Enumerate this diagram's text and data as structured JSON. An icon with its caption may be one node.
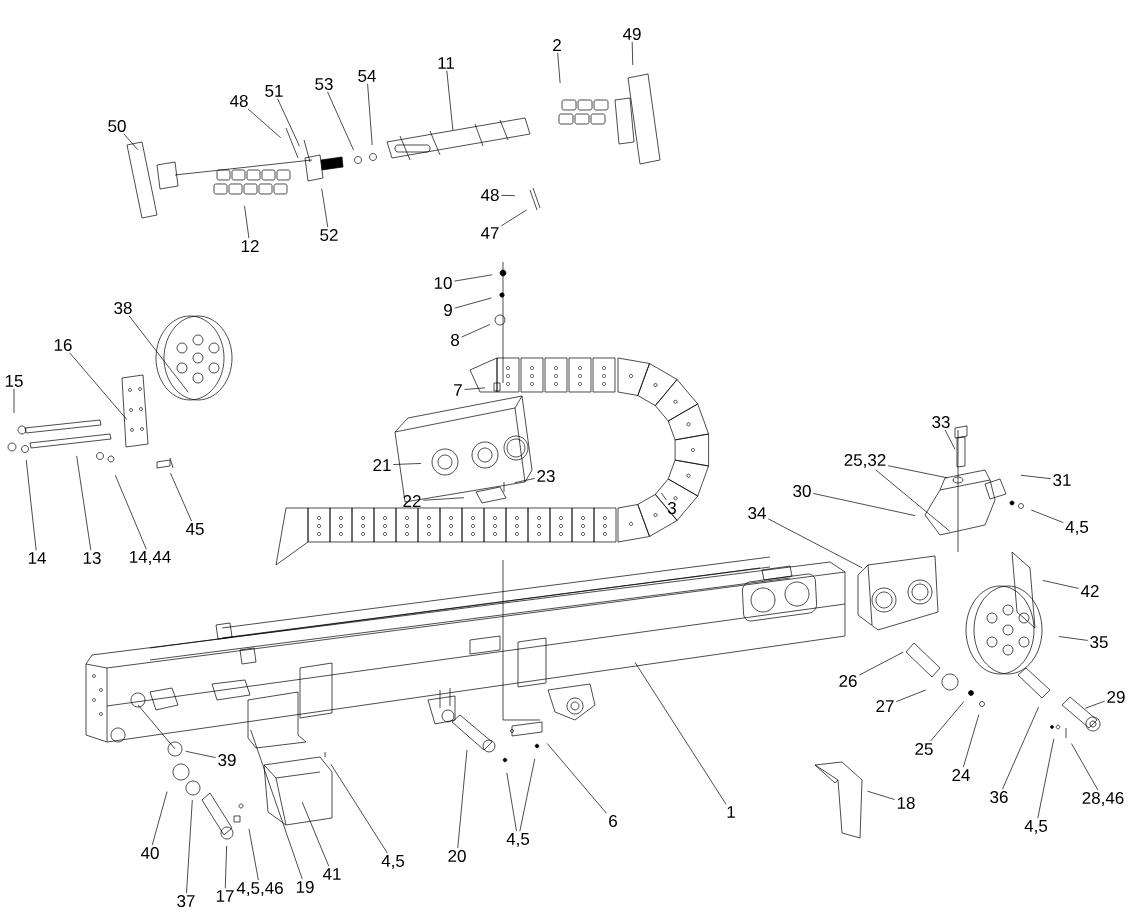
{
  "diagram": {
    "nodes": [
      {
        "text": [
          "50"
        ]
      },
      {
        "text": [
          "48"
        ]
      },
      {
        "text": [
          "51"
        ]
      },
      {
        "text": [
          "53"
        ]
      },
      {
        "text": [
          "54"
        ]
      },
      {
        "text": [
          "11"
        ]
      },
      {
        "text": [
          "2"
        ]
      },
      {
        "text": [
          "49"
        ]
      },
      {
        "text": [
          "12"
        ]
      },
      {
        "text": [
          "52"
        ]
      },
      {
        "text": [
          "48"
        ]
      },
      {
        "text": [
          "47"
        ]
      },
      {
        "text": [
          "10"
        ]
      },
      {
        "text": [
          "9"
        ]
      },
      {
        "text": [
          "8"
        ]
      },
      {
        "text": [
          "7"
        ]
      },
      {
        "text": [
          "38"
        ]
      },
      {
        "text": [
          "16"
        ]
      },
      {
        "text": [
          "15"
        ]
      },
      {
        "text": [
          "21"
        ]
      },
      {
        "text": [
          "22"
        ]
      },
      {
        "text": [
          "23"
        ]
      },
      {
        "text": [
          "3"
        ]
      },
      {
        "text": [
          "33"
        ]
      },
      {
        "text": [
          "25,32"
        ]
      },
      {
        "text": [
          "31"
        ]
      },
      {
        "text": [
          "30"
        ]
      },
      {
        "text": [
          "4,5"
        ]
      },
      {
        "text": [
          "34"
        ]
      },
      {
        "text": [
          "14"
        ]
      },
      {
        "text": [
          "13"
        ]
      },
      {
        "text": [
          "14,44"
        ]
      },
      {
        "text": [
          "45"
        ]
      },
      {
        "text": [
          "42"
        ]
      },
      {
        "text": [
          "35"
        ]
      },
      {
        "text": [
          "26"
        ]
      },
      {
        "text": [
          "29"
        ]
      },
      {
        "text": [
          "27"
        ]
      },
      {
        "text": [
          "1"
        ]
      },
      {
        "text": [
          "25"
        ]
      },
      {
        "text": [
          "39"
        ]
      },
      {
        "text": [
          "24"
        ]
      },
      {
        "text": [
          "36"
        ]
      },
      {
        "text": [
          "28,46"
        ]
      },
      {
        "text": [
          "18"
        ]
      },
      {
        "text": [
          "6"
        ]
      },
      {
        "text": [
          "4,5"
        ]
      },
      {
        "text": [
          "4,5"
        ]
      },
      {
        "text": [
          "4,5"
        ]
      },
      {
        "text": [
          "40"
        ]
      },
      {
        "text": [
          "20"
        ]
      },
      {
        "text": [
          "41"
        ]
      },
      {
        "text": [
          "4,5,46"
        ]
      },
      {
        "text": [
          "19"
        ]
      },
      {
        "text": [
          "37"
        ]
      },
      {
        "text": [
          "17"
        ]
      }
    ],
    "edges": [
      {
        "from": 0,
        "to": null,
        "arrow": "none"
      },
      {
        "from": 1,
        "to": null,
        "arrow": "none"
      },
      {
        "from": 2,
        "to": null,
        "arrow": "none"
      },
      {
        "from": 3,
        "to": null,
        "arrow": "none"
      },
      {
        "from": 4,
        "to": null,
        "arrow": "none"
      },
      {
        "from": 5,
        "to": null,
        "arrow": "none"
      },
      {
        "from": 6,
        "to": null,
        "arrow": "none"
      },
      {
        "from": 7,
        "to": null,
        "arrow": "none"
      },
      {
        "from": 8,
        "to": null,
        "arrow": "none"
      },
      {
        "from": 9,
        "to": null,
        "arrow": "none"
      },
      {
        "from": 10,
        "to": null,
        "arrow": "none"
      },
      {
        "from": 11,
        "to": null,
        "arrow": "none"
      },
      {
        "from": 12,
        "to": null,
        "arrow": "none"
      },
      {
        "from": 13,
        "to": null,
        "arrow": "none"
      },
      {
        "from": 14,
        "to": null,
        "arrow": "none"
      },
      {
        "from": 15,
        "to": null,
        "arrow": "none"
      },
      {
        "from": 16,
        "to": null,
        "arrow": "none"
      },
      {
        "from": 17,
        "to": null,
        "arrow": "none"
      },
      {
        "from": 18,
        "to": null,
        "arrow": "none"
      },
      {
        "from": 19,
        "to": null,
        "arrow": "none"
      },
      {
        "from": 20,
        "to": null,
        "arrow": "none"
      },
      {
        "from": 21,
        "to": null,
        "arrow": "none"
      },
      {
        "from": 22,
        "to": null,
        "arrow": "none"
      },
      {
        "from": 23,
        "to": null,
        "arrow": "none"
      },
      {
        "from": 24,
        "to": null,
        "arrow": "none"
      },
      {
        "from": 24,
        "to": null,
        "arrow": "none"
      },
      {
        "from": 25,
        "to": null,
        "arrow": "none"
      },
      {
        "from": 26,
        "to": null,
        "arrow": "none"
      },
      {
        "from": 27,
        "to": null,
        "arrow": "none"
      },
      {
        "from": 28,
        "to": null,
        "arrow": "none"
      },
      {
        "from": 29,
        "to": null,
        "arrow": "none"
      },
      {
        "from": 30,
        "to": null,
        "arrow": "none"
      },
      {
        "from": 31,
        "to": null,
        "arrow": "none"
      },
      {
        "from": 32,
        "to": null,
        "arrow": "none"
      },
      {
        "from": 33,
        "to": null,
        "arrow": "none"
      },
      {
        "from": 34,
        "to": null,
        "arrow": "none"
      },
      {
        "from": 35,
        "to": null,
        "arrow": "none"
      },
      {
        "from": 36,
        "to": null,
        "arrow": "none"
      },
      {
        "from": 37,
        "to": null,
        "arrow": "none"
      },
      {
        "from": 38,
        "to": null,
        "arrow": "none"
      },
      {
        "from": 39,
        "to": null,
        "arrow": "none"
      },
      {
        "from": 40,
        "to": null,
        "arrow": "none"
      },
      {
        "from": 41,
        "to": null,
        "arrow": "none"
      },
      {
        "from": 42,
        "to": null,
        "arrow": "none"
      },
      {
        "from": 43,
        "to": null,
        "arrow": "none"
      },
      {
        "from": 44,
        "to": null,
        "arrow": "none"
      },
      {
        "from": 45,
        "to": null,
        "arrow": "none"
      },
      {
        "from": 46,
        "to": null,
        "arrow": "none"
      },
      {
        "from": 47,
        "to": null,
        "arrow": "none"
      },
      {
        "from": 47,
        "to": null,
        "arrow": "none"
      },
      {
        "from": 48,
        "to": null,
        "arrow": "none"
      },
      {
        "from": 49,
        "to": null,
        "arrow": "none"
      },
      {
        "from": 50,
        "to": null,
        "arrow": "none"
      },
      {
        "from": 51,
        "to": null,
        "arrow": "none"
      },
      {
        "from": 52,
        "to": null,
        "arrow": "none"
      },
      {
        "from": 53,
        "to": null,
        "arrow": "none"
      },
      {
        "from": 54,
        "to": null,
        "arrow": "none"
      },
      {
        "from": 55,
        "to": null,
        "arrow": "none"
      }
    ]
  }
}
